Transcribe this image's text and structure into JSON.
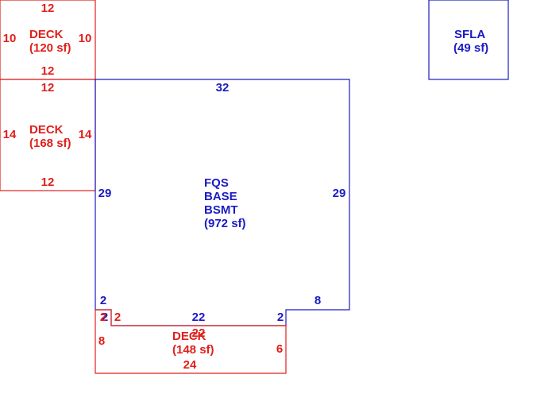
{
  "colors": {
    "deck": "#e0201b",
    "living": "#1b1bc4",
    "background": "#ffffff"
  },
  "areas": {
    "deck_top": {
      "name": "DECK",
      "area": "(120 sf)",
      "dims": {
        "top": "12",
        "bottom": "12",
        "left": "10",
        "right": "10"
      }
    },
    "deck_middle": {
      "name": "DECK",
      "area": "(168 sf)",
      "dims": {
        "top": "12",
        "bottom": "12",
        "left": "14",
        "right": "14"
      }
    },
    "main": {
      "line1": "FQS",
      "line2": "BASE",
      "line3": "BSMT",
      "area": "(972 sf)",
      "dims": {
        "top": "32",
        "left": "29",
        "right": "29",
        "bottom_right": "8",
        "left_jog": "2",
        "notch_left": "2",
        "notch_bottom": "22",
        "notch_right": "2"
      }
    },
    "sfla": {
      "name": "SFLA",
      "area": "(49 sf)"
    },
    "deck_bottom": {
      "name": "DECK",
      "area": "(148 sf)",
      "dims": {
        "left_jog": "2",
        "notch_left": "2",
        "top": "22",
        "left": "8",
        "right": "6",
        "bottom": "24"
      }
    }
  }
}
